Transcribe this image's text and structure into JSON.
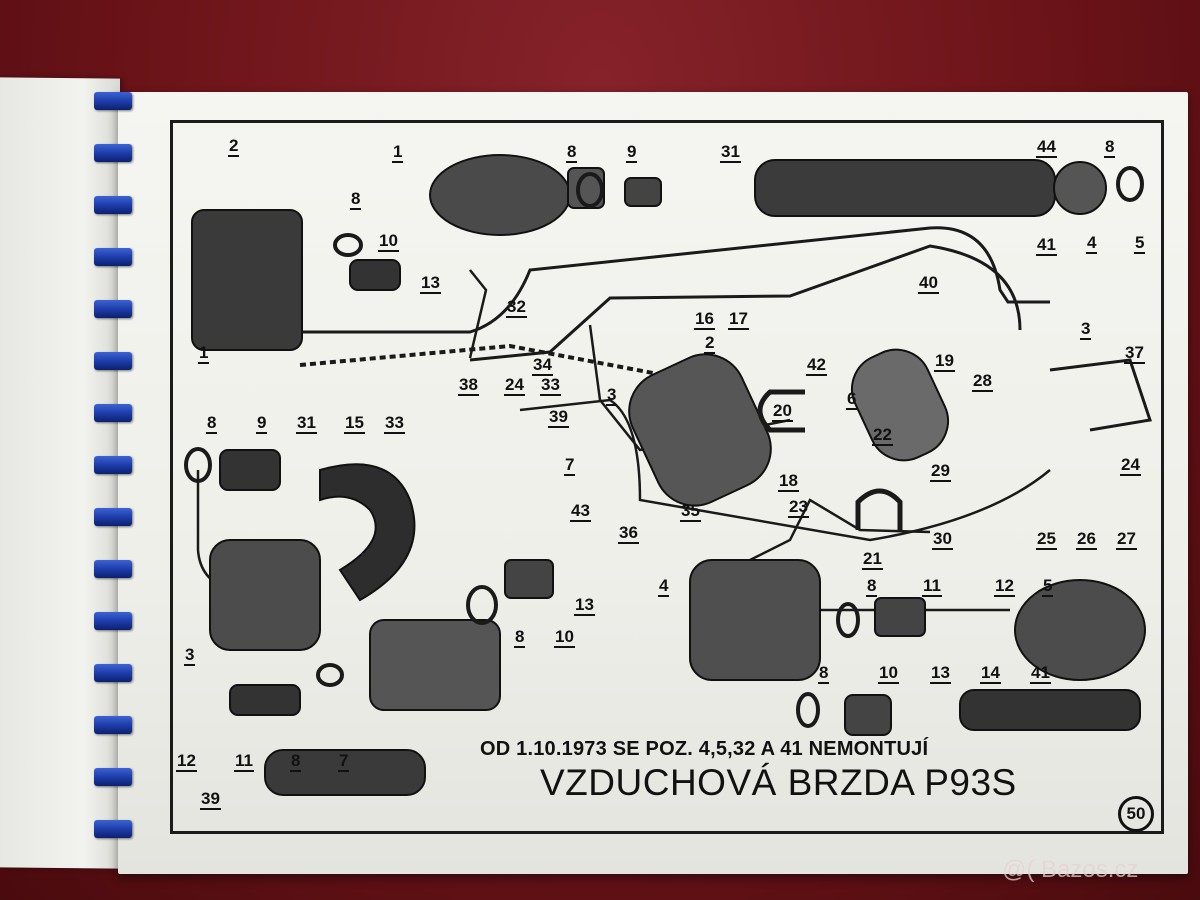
{
  "diagram": {
    "note": "OD 1.10.1973 SE POZ. 4,5,32 A 41 NEMONTUJÍ",
    "title": "VZDUCHOVÁ BRZDA P93S",
    "page_number": "50",
    "labels": [
      "2",
      "1",
      "8",
      "9",
      "31",
      "44",
      "8",
      "8",
      "10",
      "13",
      "41",
      "4",
      "5",
      "32",
      "40",
      "16",
      "17",
      "2",
      "3",
      "37",
      "1",
      "34",
      "42",
      "19",
      "38",
      "24",
      "33",
      "28",
      "31",
      "15",
      "33",
      "39",
      "3",
      "6",
      "20",
      "22",
      "8",
      "9",
      "7",
      "18",
      "23",
      "29",
      "24",
      "43",
      "35",
      "25",
      "26",
      "27",
      "36",
      "21",
      "30",
      "4",
      "8",
      "11",
      "12",
      "5",
      "13",
      "10",
      "8",
      "3",
      "8",
      "10",
      "13",
      "14",
      "41",
      "12",
      "11",
      "8",
      "7",
      "39"
    ]
  },
  "watermark": "@( Bazos.cz",
  "colors": {
    "background": "#6e1418",
    "paper": "#f2f2ee",
    "ink": "#111111",
    "binding": "#1a3aa6"
  }
}
